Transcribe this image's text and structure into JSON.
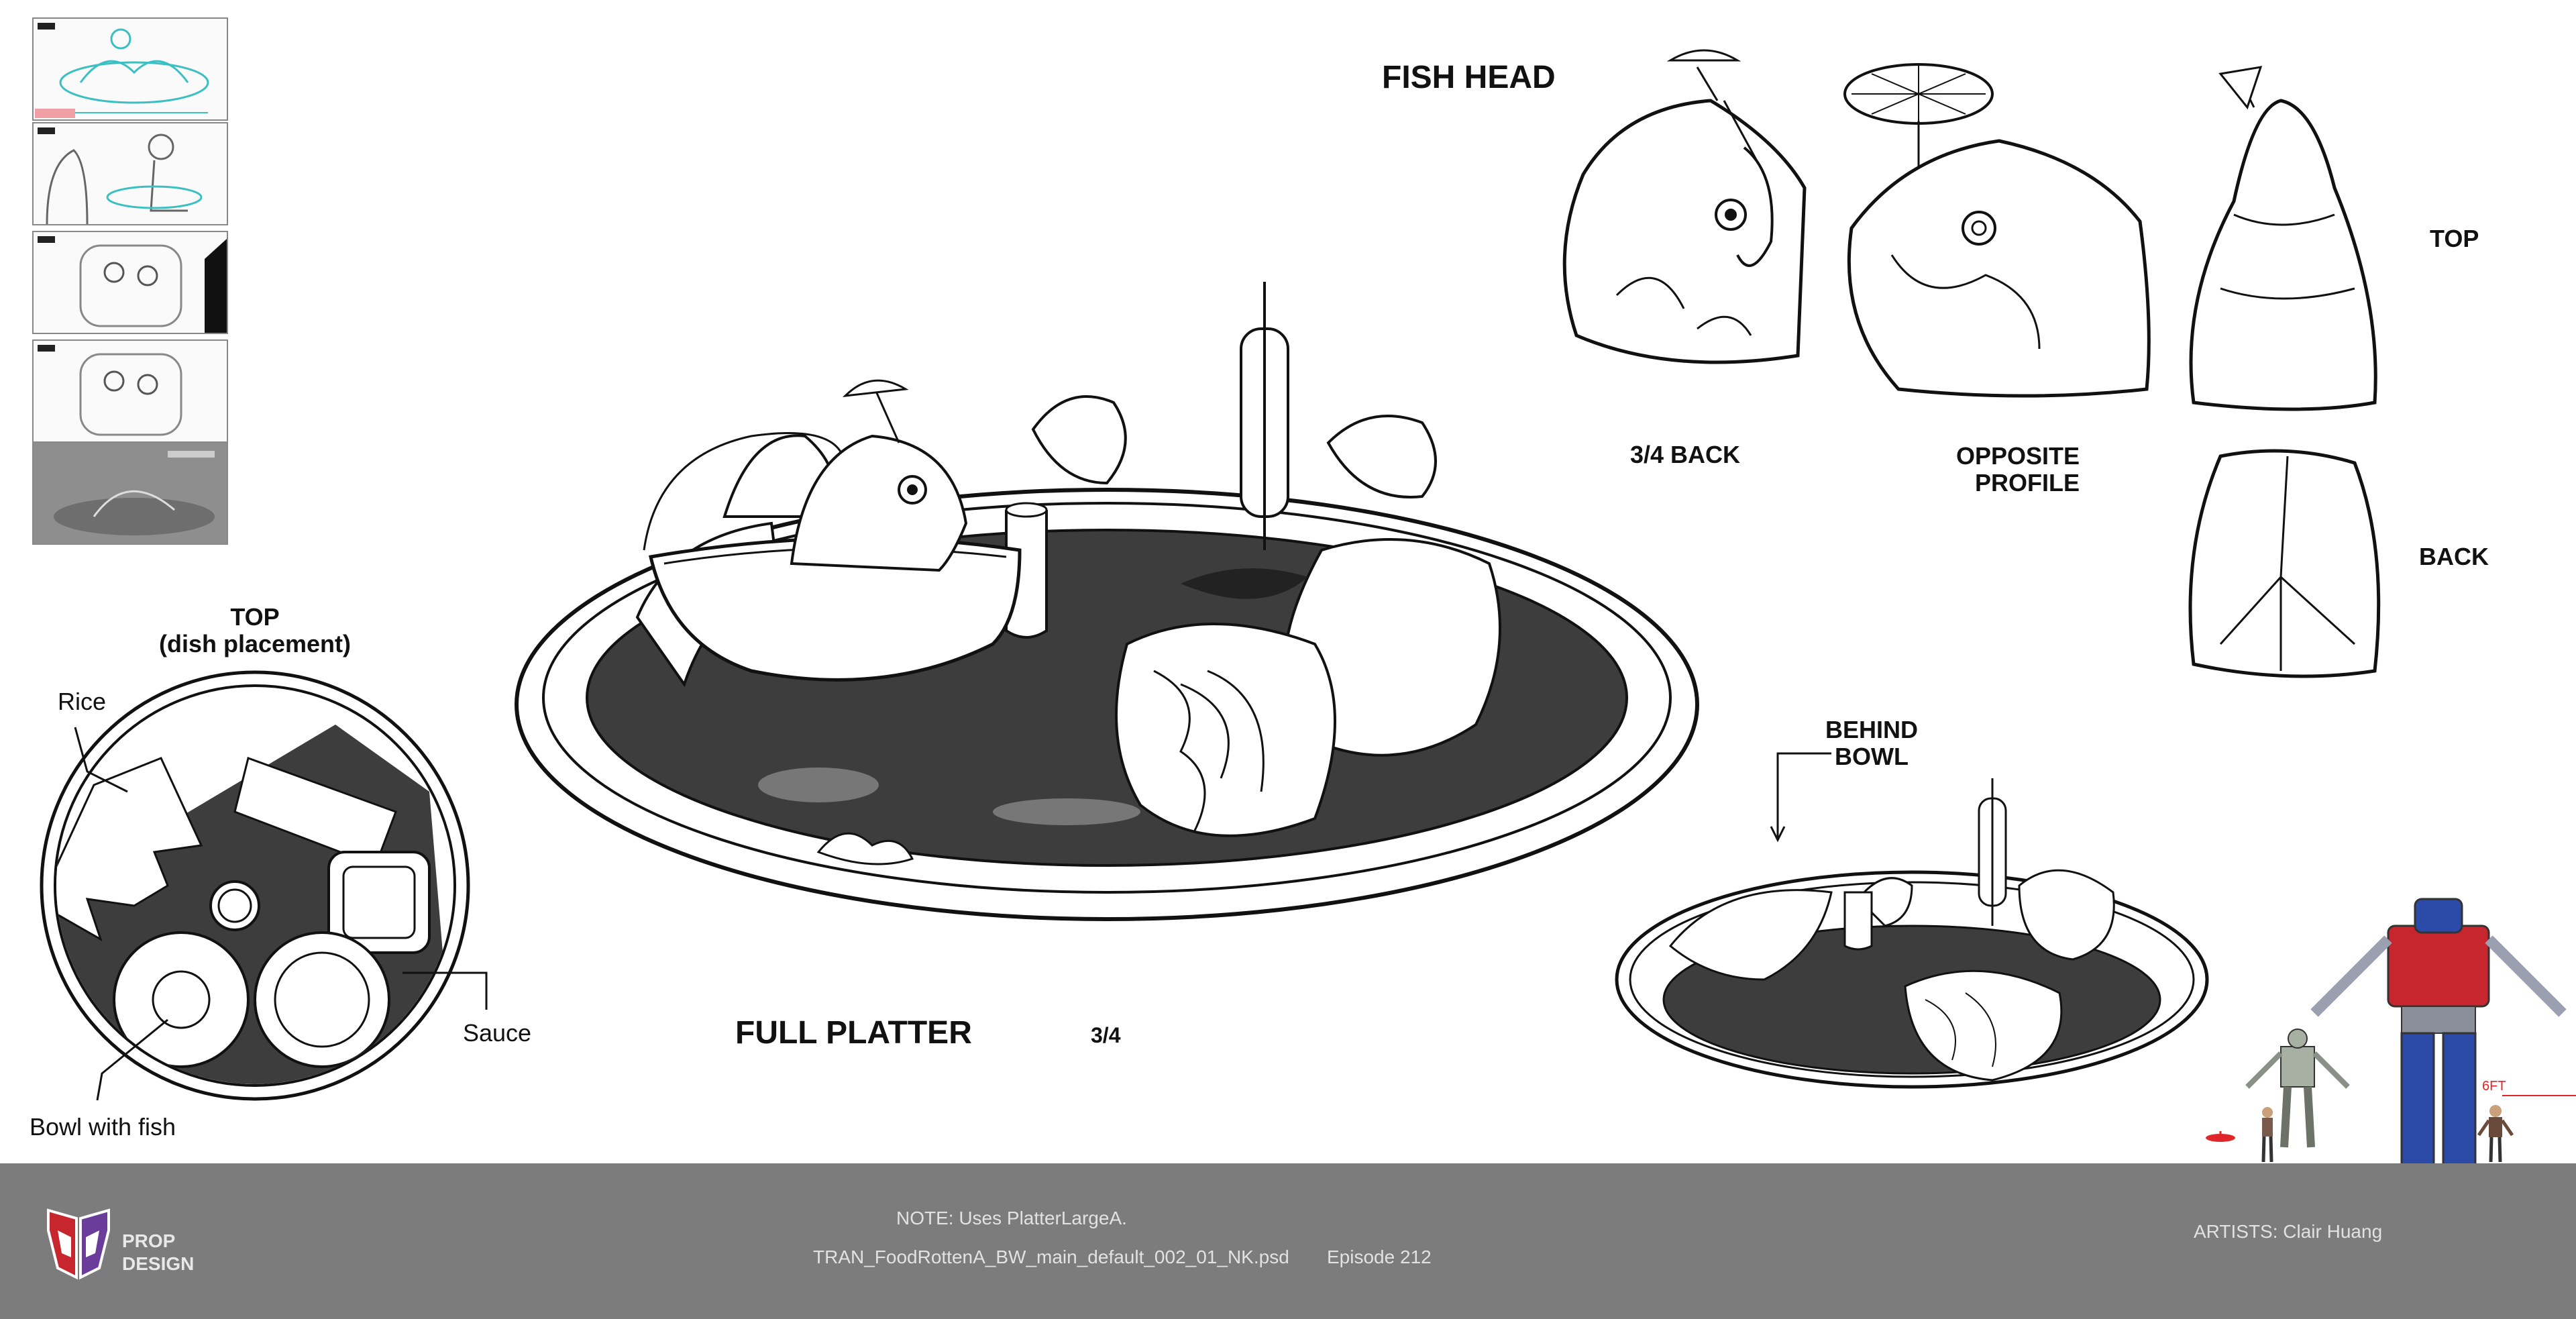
{
  "labels": {
    "fish_head": "FISH HEAD",
    "three_quarter_back": "3/4 BACK",
    "opposite_profile_1": "OPPOSITE",
    "opposite_profile_2": "PROFILE",
    "top": "TOP",
    "back": "BACK",
    "behind_bowl_1": "BEHIND",
    "behind_bowl_2": "BOWL",
    "full_platter": "FULL PLATTER",
    "full_platter_view": "3/4",
    "top_dish_placement_1": "TOP",
    "top_dish_placement_2": "(dish placement)",
    "rice": "Rice",
    "sauce": "Sauce",
    "bowl_with_fish": "Bowl with fish",
    "scale_height": "6FT"
  },
  "footer": {
    "logo_line1": "PROP",
    "logo_line2": "DESIGN",
    "note": "NOTE: Uses PlatterLargeA.",
    "filename": "TRAN_FoodRottenA_BW_main_default_002_01_NK.psd",
    "episode": "Episode 212",
    "artists": "ARTISTS: Clair Huang"
  },
  "colors": {
    "footer_bg": "#7c7c7c",
    "footer_text": "#e2e2e2",
    "sauce_dark": "#3d3d3d",
    "scale_red": "#e0262b",
    "logo_red": "#c8262e",
    "logo_purple": "#6a3d9a",
    "thumb_cyan": "#3cbfc2"
  },
  "icons": {
    "logo": "autobot-decepticon-split-icon",
    "thumbnails": "storyboard-thumbnail-icons",
    "scale_figures": "character-scale-lineup-icons"
  }
}
